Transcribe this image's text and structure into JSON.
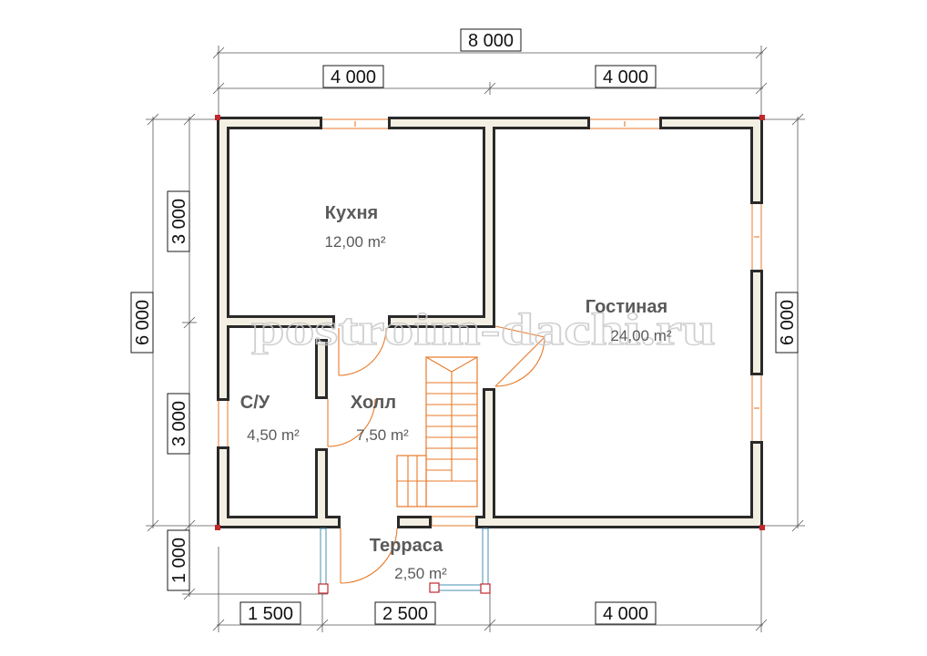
{
  "watermark": "postroim-dachi.ru",
  "dimensions": {
    "top_total": "8 000",
    "top_left": "4 000",
    "top_right": "4 000",
    "bottom_1": "1 500",
    "bottom_2": "2 500",
    "bottom_3": "4 000",
    "left_total": "6 000",
    "left_upper": "3 000",
    "left_lower": "3 000",
    "left_terrace": "1 000",
    "right_total": "6 000"
  },
  "rooms": {
    "kitchen": {
      "name": "Кухня",
      "area": "12,00 m²"
    },
    "living": {
      "name": "Гостиная",
      "area": "24,00 m²"
    },
    "bathroom": {
      "name": "С/У",
      "area": "4,50 m²"
    },
    "hall": {
      "name": "Холл",
      "area": "7,50 m²"
    },
    "terrace": {
      "name": "Терраса",
      "area": "2,50 m²"
    }
  },
  "colors": {
    "wall": "#2a2a2a",
    "wall_inner": "#f3efe3",
    "window_door": "#e87a2a",
    "terrace_rail": "#4a8fb0",
    "post": "#c0282d",
    "room_label": "#5a5a5a"
  }
}
